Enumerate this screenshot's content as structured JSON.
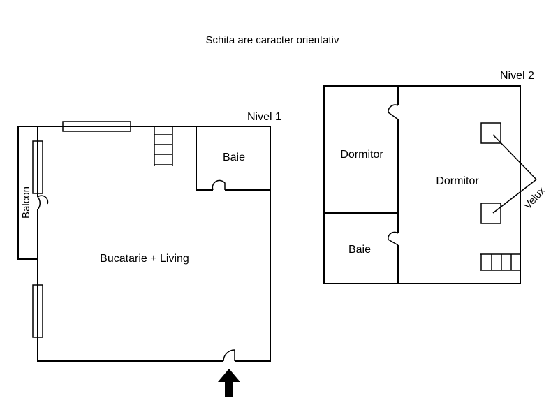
{
  "title": "Schita are caracter orientativ",
  "level1": {
    "label": "Nivel 1",
    "rooms": {
      "bathroom": "Baie",
      "kitchen_living": "Bucatarie + Living",
      "balcony": "Balcon"
    }
  },
  "level2": {
    "label": "Nivel 2",
    "rooms": {
      "bedroom_small": "Dormitor",
      "bedroom_large": "Dormitor",
      "bathroom": "Baie"
    },
    "skylight_label": "Velux"
  },
  "icons": {
    "entrance": "arrow-up-icon",
    "stairs": "stairs-icon",
    "window": "window-icon",
    "door": "door-swing-icon",
    "skylight": "skylight-icon"
  }
}
